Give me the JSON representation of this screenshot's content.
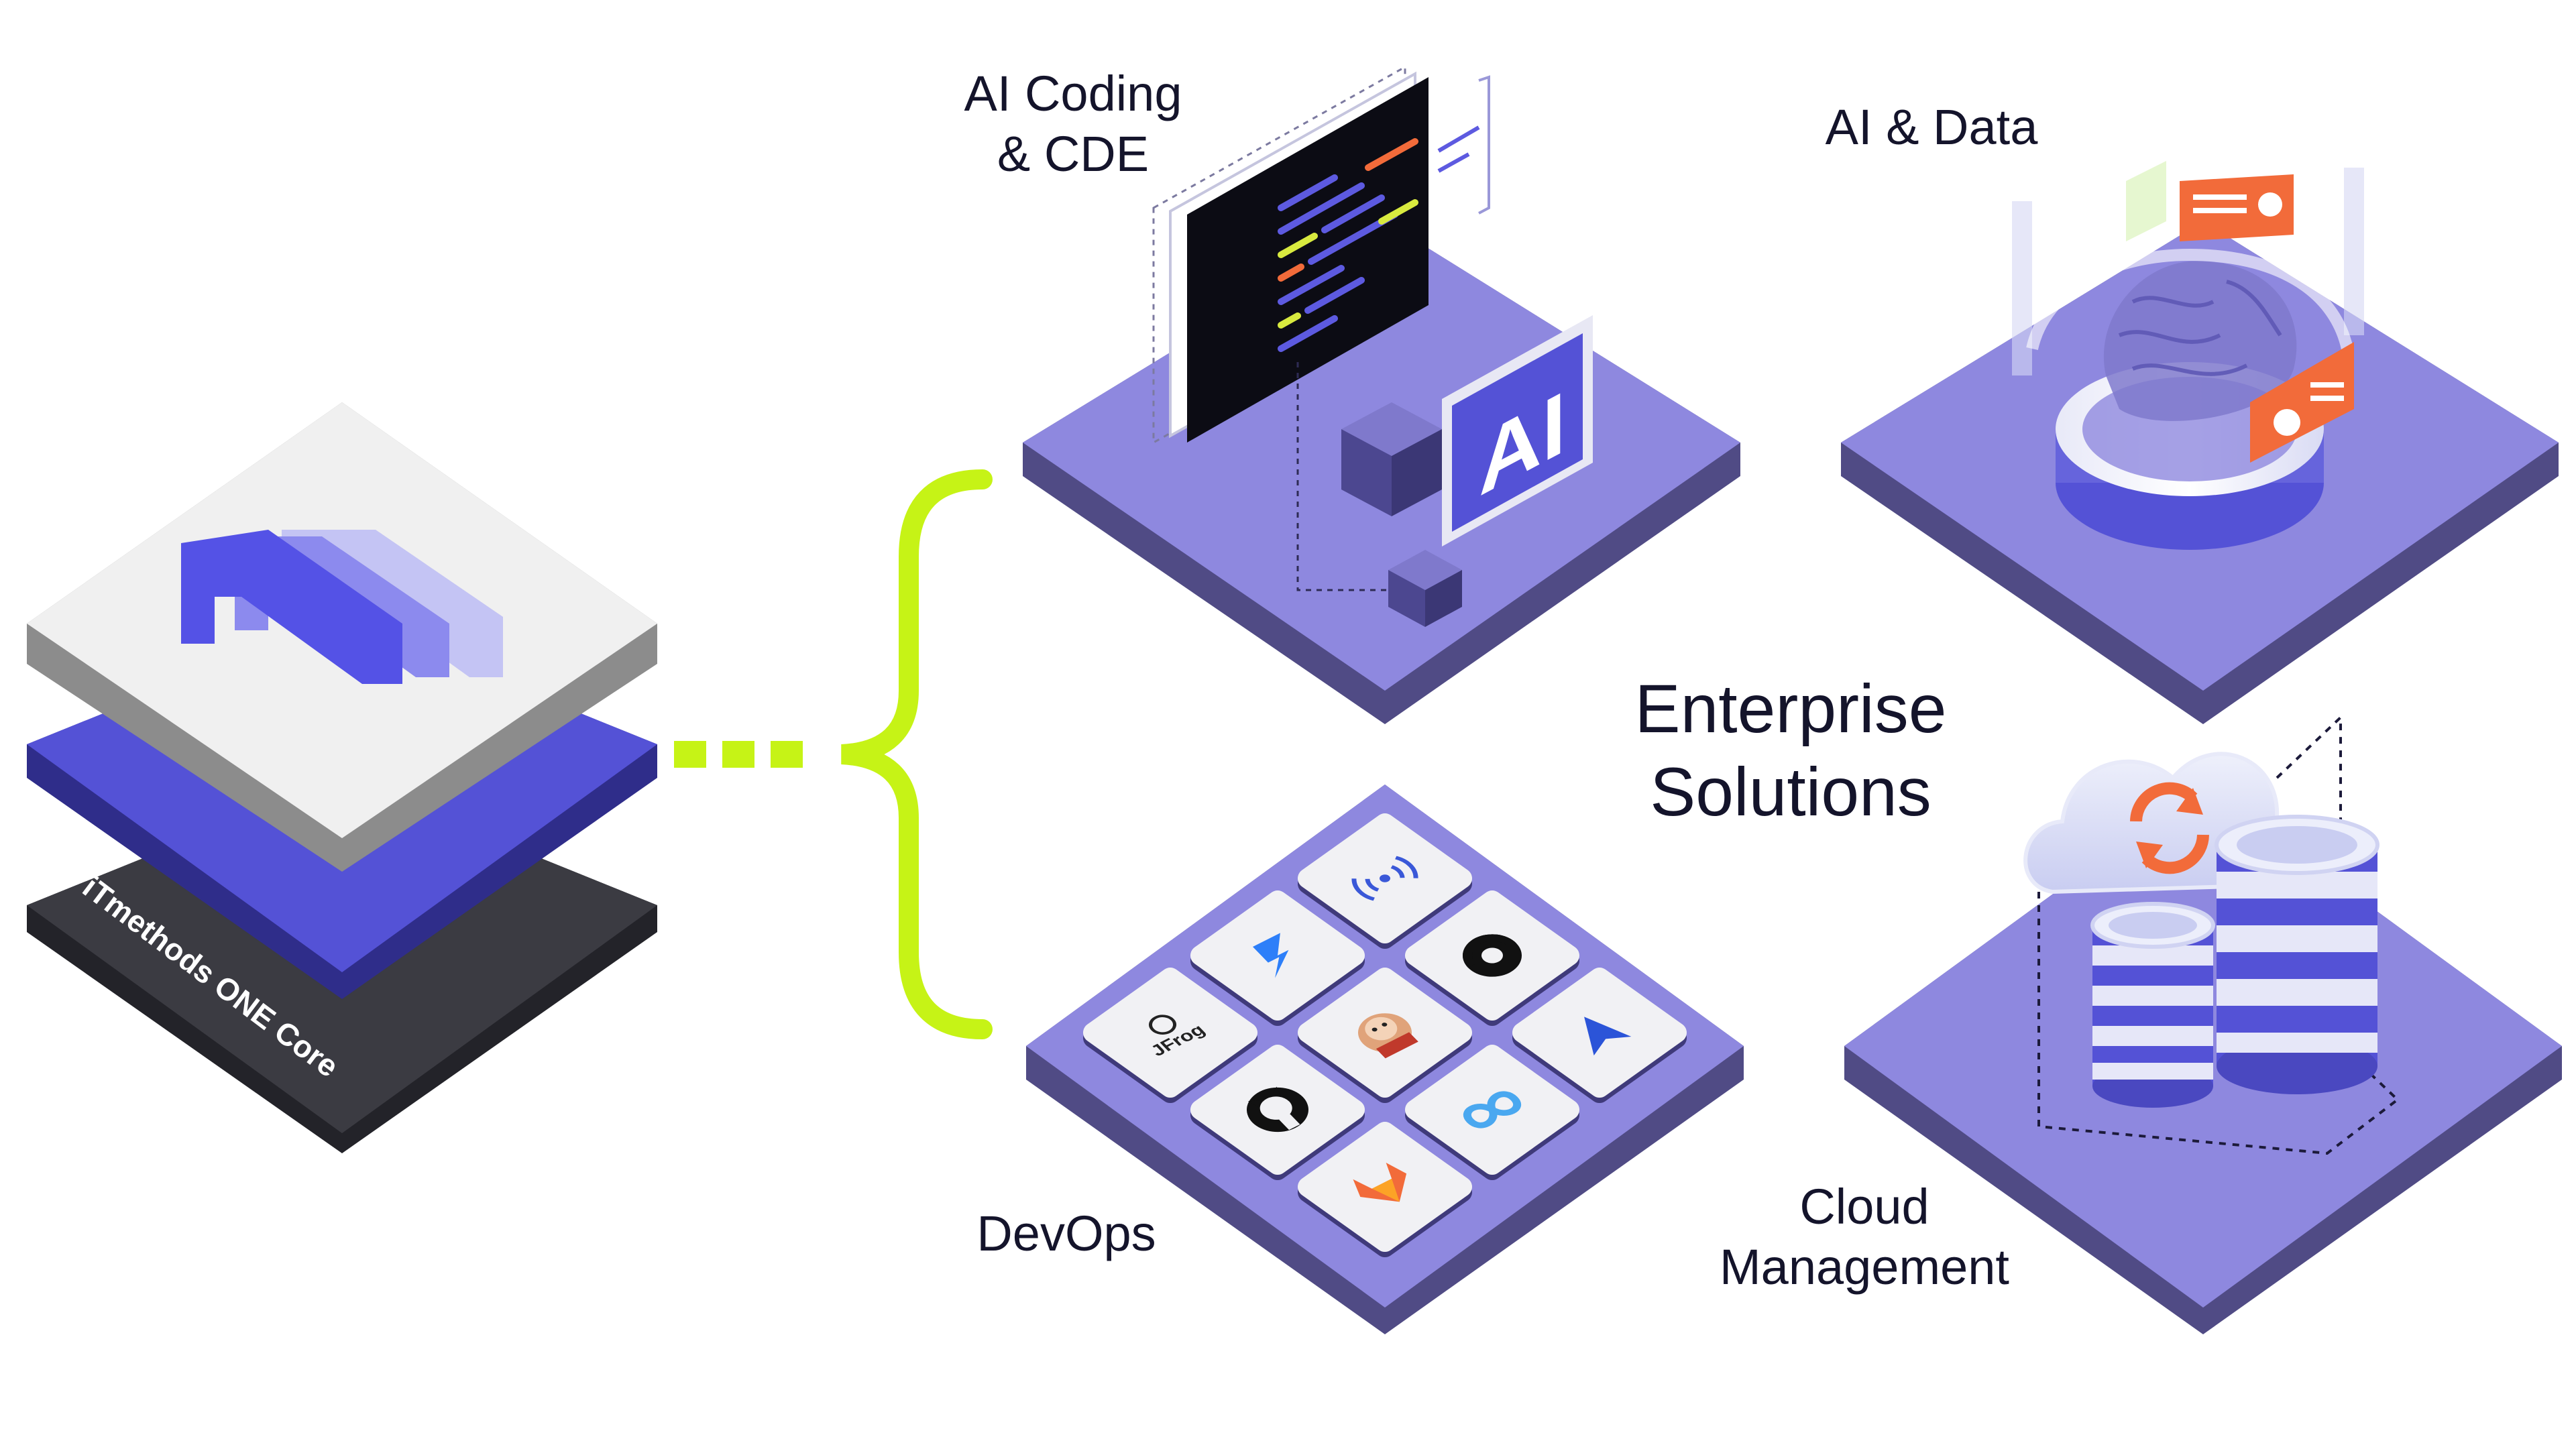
{
  "core": {
    "label": "iTmethods ONE Core",
    "layers": [
      "top-light",
      "middle-purple",
      "bottom-dark"
    ]
  },
  "center": {
    "line1": "Enterprise",
    "line2": "Solutions"
  },
  "tiles": [
    {
      "id": "ai-coding",
      "line1": "AI Coding",
      "line2": "& CDE",
      "badge": "AI"
    },
    {
      "id": "ai-data",
      "line1": "AI & Data",
      "line2": ""
    },
    {
      "id": "devops",
      "line1": "DevOps",
      "line2": "",
      "icons": [
        "wifi-signal-icon",
        "circleci-icon",
        "arrow-up-icon",
        "jira-icon",
        "jenkins-icon",
        "infinity-icon",
        "jfrog-icon",
        "github-icon",
        "gitlab-icon"
      ],
      "jfrog_text": "JFrog"
    },
    {
      "id": "cloud",
      "line1": "Cloud",
      "line2": "Management"
    }
  ],
  "colors": {
    "tile_top": "#8e88df",
    "tile_side": "#504b85",
    "core_top": "#f0f0f0",
    "core_purple": "#5452d6",
    "core_dark": "#3b3b42",
    "connector": "#c6f316",
    "orange": "#f26b3a",
    "text": "#14142b"
  }
}
